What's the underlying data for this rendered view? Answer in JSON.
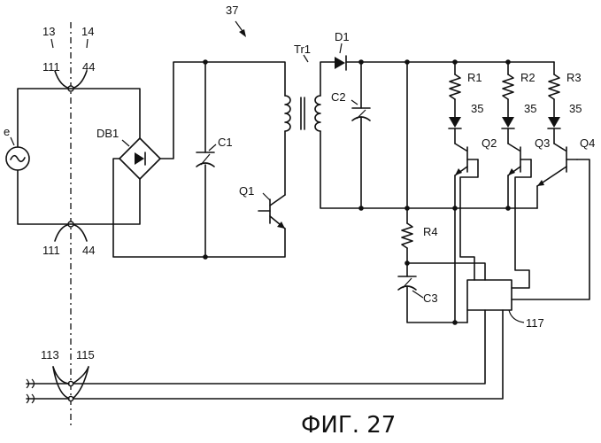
{
  "figure": {
    "caption": "ФИГ. 27"
  },
  "labels": {
    "ref_13": "13",
    "ref_14": "14",
    "ref_37": "37",
    "term_111_top": "111",
    "term_44_top": "44",
    "term_111_bot": "111",
    "term_44_bot": "44",
    "src_e": "e",
    "db1": "DB1",
    "c1": "C1",
    "q1": "Q1",
    "tr1": "Tr1",
    "d1": "D1",
    "c2": "C2",
    "r1": "R1",
    "r2": "R2",
    "r3": "R3",
    "led1": "35",
    "led2": "35",
    "led3": "35",
    "q2": "Q2",
    "q3": "Q3",
    "q4": "Q4",
    "r4": "R4",
    "c3": "C3",
    "ic117": "117",
    "ref_113": "113",
    "ref_115": "115"
  }
}
